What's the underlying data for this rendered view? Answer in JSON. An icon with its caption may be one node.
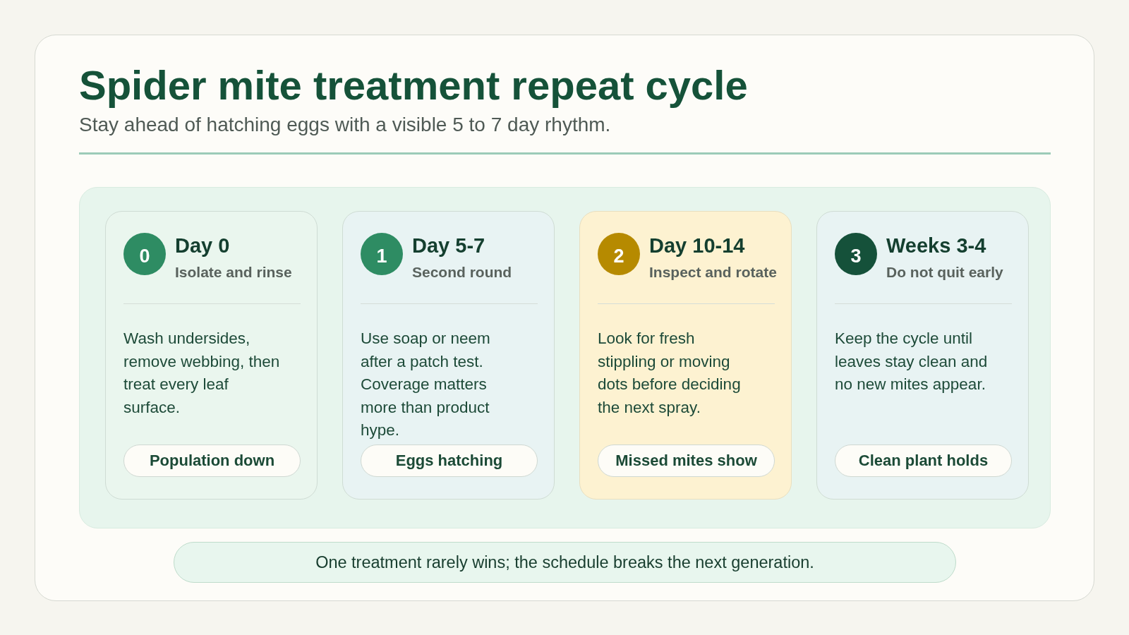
{
  "diagram": {
    "title": "Spider mite treatment repeat cycle",
    "nodes": [
      {
        "text": [],
        "shape": "box"
      },
      {
        "text": [
          "Day 0",
          "Isolate and rinse",
          "Wash undersides, remove webbing, then treat every leaf surface."
        ],
        "in": 0
      },
      {
        "text": [
          "0"
        ],
        "in": 1
      },
      {
        "text": [
          "Population down"
        ],
        "in": 1
      },
      {
        "text": [
          "Day 5-7",
          "Second round",
          "Use soap or neem after a patch test. Coverage matters more than product hype."
        ],
        "in": 0
      },
      {
        "text": [
          "1"
        ],
        "in": 4
      },
      {
        "text": [
          "Eggs hatching"
        ],
        "in": 4
      },
      {
        "text": [
          "Day 10-14",
          "Inspect and rotate",
          "Look for fresh stippling or moving dots before deciding the next spray."
        ],
        "in": 0
      },
      {
        "text": [
          "2"
        ],
        "in": 7
      },
      {
        "text": [
          "Missed mites show"
        ],
        "in": 7
      },
      {
        "text": [
          "Weeks 3-4",
          "Do not quit early",
          "Keep the cycle until leaves stay clean and no new mites appear."
        ],
        "in": 0
      },
      {
        "text": [
          "3"
        ],
        "in": 10
      },
      {
        "text": [
          "Clean plant holds"
        ],
        "in": 10
      },
      {
        "text": [
          "One treatment rarely wins; the schedule breaks the next generation."
        ]
      }
    ],
    "labels": [
      "Stay ahead of hatching eggs with a visible 5 to 7 day rhythm."
    ]
  }
}
